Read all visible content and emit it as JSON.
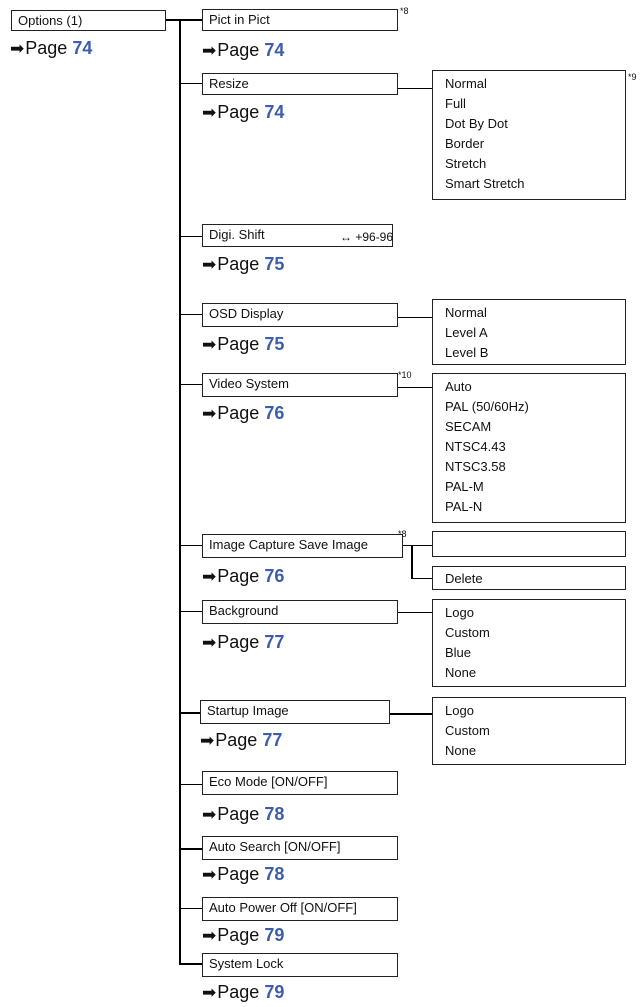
{
  "root": {
    "label": "Options (1)",
    "page_prefix": "Page",
    "page_number": "74"
  },
  "arrow_glyph": "➡",
  "items": [
    {
      "label": "Pict in Pict",
      "note": "*8",
      "page_prefix": "Page",
      "page_number": "74"
    },
    {
      "label": "Resize",
      "page_prefix": "Page",
      "page_number": "74",
      "note": "*9",
      "options": [
        "Normal",
        "Full",
        "Dot By Dot",
        "Border",
        "Stretch",
        "Smart Stretch"
      ]
    },
    {
      "label": "Digi. Shift",
      "range": "↔ +96-96",
      "page_prefix": "Page",
      "page_number": "75"
    },
    {
      "label": "OSD Display",
      "page_prefix": "Page",
      "page_number": "75",
      "options": [
        "Normal",
        "Level A",
        "Level B"
      ]
    },
    {
      "label": "Video System",
      "note": "*10",
      "page_prefix": "Page",
      "page_number": "76",
      "options": [
        "Auto",
        "PAL (50/60Hz)",
        "SECAM",
        "NTSC4.43",
        "NTSC3.58",
        "PAL-M",
        "PAL-N"
      ]
    },
    {
      "label": "Image Capture Save Image",
      "note": "*8",
      "page_prefix": "Page",
      "page_number": "76",
      "options": [
        "",
        "Delete"
      ]
    },
    {
      "label": "Background",
      "page_prefix": "Page",
      "page_number": "77",
      "options": [
        "Logo",
        "Custom",
        "Blue",
        "None"
      ]
    },
    {
      "label": "Startup Image",
      "page_prefix": "Page",
      "page_number": "77",
      "options": [
        "Logo",
        "Custom",
        "None"
      ]
    },
    {
      "label": "Eco Mode [ON/OFF]",
      "page_prefix": "Page",
      "page_number": "78"
    },
    {
      "label": "Auto Search [ON/OFF]",
      "page_prefix": "Page",
      "page_number": "78"
    },
    {
      "label": "Auto Power Off [ON/OFF]",
      "page_prefix": "Page",
      "page_number": "79"
    },
    {
      "label": "System Lock",
      "page_prefix": "Page",
      "page_number": "79"
    }
  ]
}
